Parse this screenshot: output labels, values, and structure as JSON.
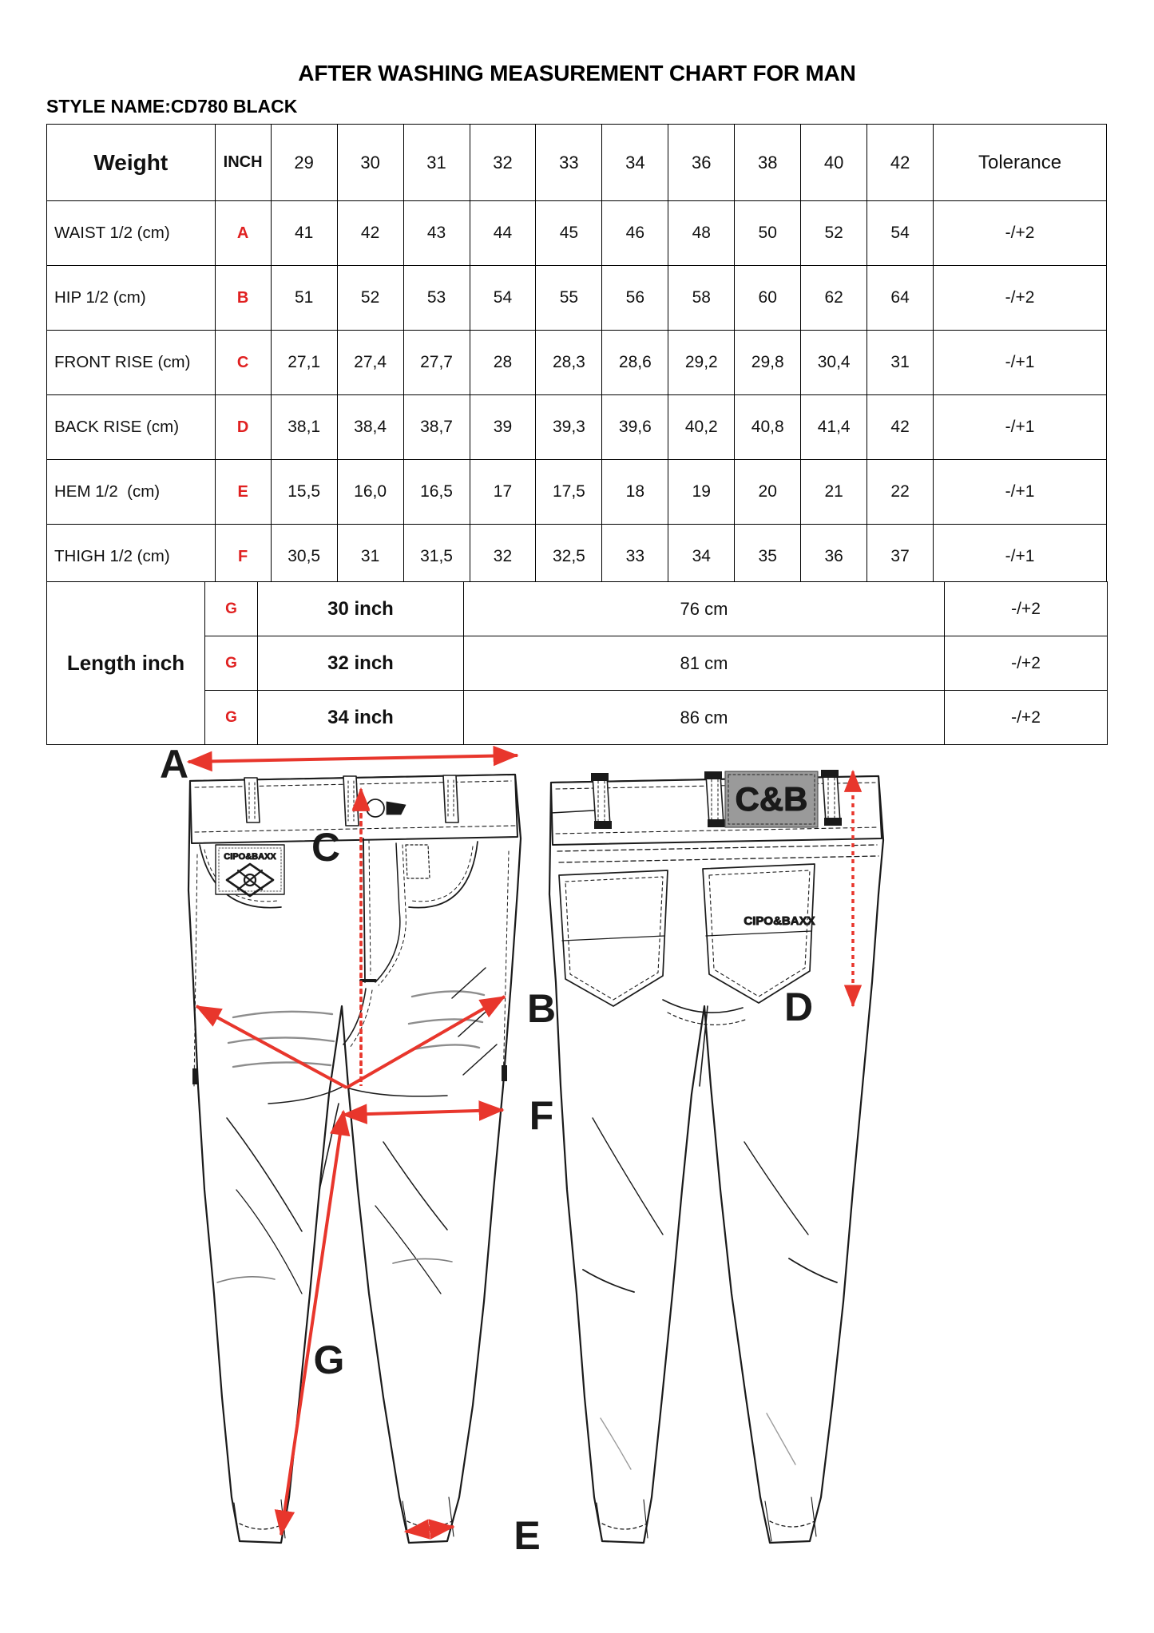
{
  "document": {
    "title": "AFTER WASHING MEASUREMENT CHART FOR MAN",
    "style_name": "STYLE NAME:CD780 BLACK"
  },
  "colors": {
    "code_red": "#e02020",
    "arrow_red": "#e8362c",
    "line_black": "#1a1a1a",
    "patch_gray": "#9a9a9a",
    "patch_text_red": "#7a1412"
  },
  "main_table": {
    "header": {
      "weight_label": "Weight",
      "inch_label": "INCH",
      "sizes": [
        "29",
        "30",
        "31",
        "32",
        "33",
        "34",
        "36",
        "38",
        "40",
        "42"
      ],
      "tolerance_label": "Tolerance"
    },
    "rows": [
      {
        "label": "WAIST 1/2 (cm)",
        "code": "A",
        "values": [
          "41",
          "42",
          "43",
          "44",
          "45",
          "46",
          "48",
          "50",
          "52",
          "54"
        ],
        "tolerance": "-/+2"
      },
      {
        "label": "HIP 1/2 (cm)",
        "code": "B",
        "values": [
          "51",
          "52",
          "53",
          "54",
          "55",
          "56",
          "58",
          "60",
          "62",
          "64"
        ],
        "tolerance": "-/+2"
      },
      {
        "label": "FRONT RISE (cm)",
        "code": "C",
        "values": [
          "27,1",
          "27,4",
          "27,7",
          "28",
          "28,3",
          "28,6",
          "29,2",
          "29,8",
          "30,4",
          "31"
        ],
        "tolerance": "-/+1"
      },
      {
        "label": "BACK RISE (cm)",
        "code": "D",
        "values": [
          "38,1",
          "38,4",
          "38,7",
          "39",
          "39,3",
          "39,6",
          "40,2",
          "40,8",
          "41,4",
          "42"
        ],
        "tolerance": "-/+1"
      },
      {
        "label": "HEM 1/2  (cm)",
        "code": "E",
        "values": [
          "15,5",
          "16,0",
          "16,5",
          "17",
          "17,5",
          "18",
          "19",
          "20",
          "21",
          "22"
        ],
        "tolerance": "-/+1"
      },
      {
        "label": "THIGH 1/2 (cm)",
        "code": "F",
        "values": [
          "30,5",
          "31",
          "31,5",
          "32",
          "32,5",
          "33",
          "34",
          "35",
          "36",
          "37"
        ],
        "tolerance": "-/+1"
      }
    ]
  },
  "length_table": {
    "label": "Length inch",
    "rows": [
      {
        "code": "G",
        "inch": "30 inch",
        "cm": "76 cm",
        "tolerance": "-/+2"
      },
      {
        "code": "G",
        "inch": "32 inch",
        "cm": "81 cm",
        "tolerance": "-/+2"
      },
      {
        "code": "G",
        "inch": "34 inch",
        "cm": "86 cm",
        "tolerance": "-/+2"
      }
    ]
  },
  "drawing": {
    "front_view_labels": {
      "waist": "A",
      "hip": "B",
      "front_rise": "C",
      "thigh": "F",
      "length": "G",
      "hem": "E"
    },
    "back_view_labels": {
      "back_rise": "D"
    },
    "brand_front_pocket_label": "CIPO&BAXX",
    "brand_back_pocket_label": "CIPO&BAXX",
    "brand_waist_patch": "C&B"
  }
}
